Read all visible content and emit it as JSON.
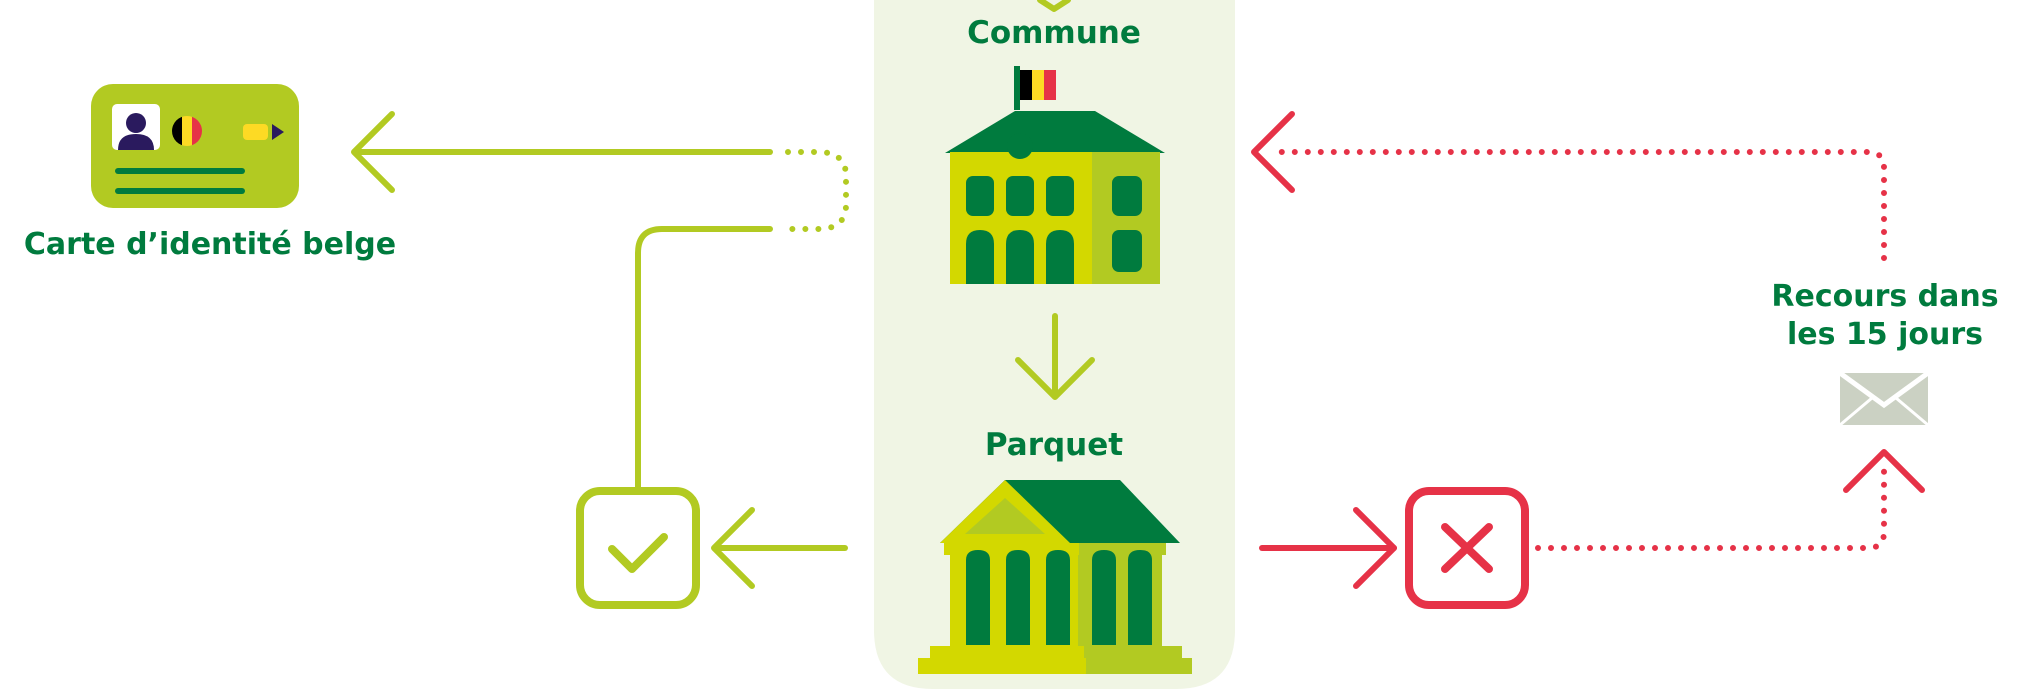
{
  "labels": {
    "commune": "Commune",
    "parquet": "Parquet",
    "id_card": "Carte d’identité belge",
    "appeal_line1": "Recours dans",
    "appeal_line2": "les 15 jours"
  },
  "colors": {
    "dark_green": "#007b3e",
    "lime": "#b2ca22",
    "lime_light": "#d3d800",
    "panel_bg": "#f0f5e4",
    "red": "#e63247",
    "envelope": "#cbd1c3"
  },
  "icons": {
    "id_card": "belgian-id-card-icon",
    "commune": "town-hall-icon",
    "parquet": "courthouse-icon",
    "approved": "checkmark-box-icon",
    "rejected": "cross-box-icon",
    "appeal": "envelope-icon"
  }
}
